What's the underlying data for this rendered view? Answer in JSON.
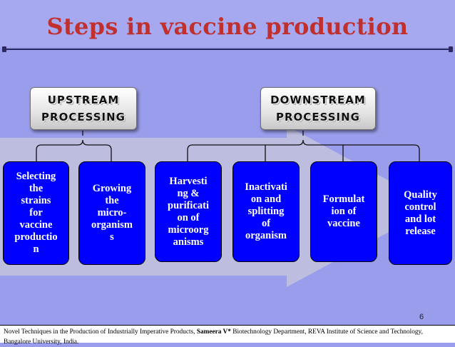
{
  "slide": {
    "title": "Steps in vaccine production",
    "page_number": "6"
  },
  "headers": {
    "upstream": "UPSTREAM\nPROCESSING",
    "downstream": "DOWNSTREAM\nPROCESSING"
  },
  "steps": [
    "Selecting\nthe\nstrains\nfor\nvaccine\nproductio\nn",
    "Growing\nthe\nmicro-\norganism\ns",
    "Harvesti\nng &\npurificati\non of\nmicroorg\nanisms",
    "Inactivati\non and\nsplitting\nof\norganism",
    "Formulat\nion of\nvaccine",
    "Quality\ncontrol\nand lot\nrelease"
  ],
  "footer": {
    "prefix": "Novel Techniques in the Production of Industrially Imperative Products, ",
    "author": "Sameera V*",
    "suffix": " Biotechnology Department, REVA Institute of Science and Technology, Bangalore University, India."
  },
  "colors": {
    "background": "#9A9DEB",
    "title": "#C0302E",
    "step_box": "#0000FF",
    "arrow": "#BDBDDF"
  }
}
